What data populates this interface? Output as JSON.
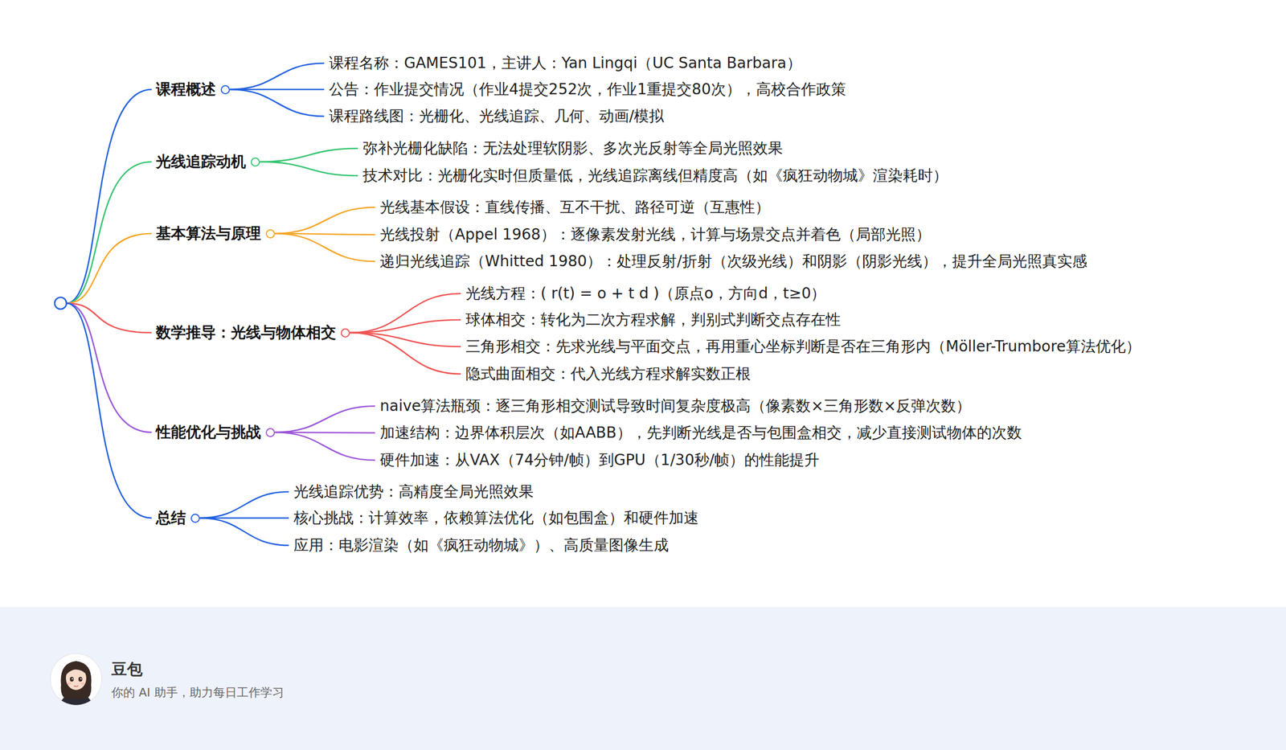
{
  "diagram": {
    "nodes": [
      {
        "text": [
          "课程概述"
        ]
      },
      {
        "text": [
          "课程名称：GAMES101，主讲人：Yan Lingqi（UC Santa Barbara）"
        ]
      },
      {
        "text": [
          "公告：作业提交情况（作业4提交252次，作业1重提交80次），高校合作政策"
        ]
      },
      {
        "text": [
          "课程路线图：光栅化、光线追踪、几何、动画/模拟"
        ]
      },
      {
        "text": [
          "光线追踪动机"
        ]
      },
      {
        "text": [
          "弥补光栅化缺陷：无法处理软阴影、多次光反射等全局光照效果"
        ]
      },
      {
        "text": [
          "技术对比：光栅化实时但质量低，光线追踪离线但精度高（如《疯狂动物城》渲染耗时）"
        ]
      },
      {
        "text": [
          "基本算法与原理"
        ]
      },
      {
        "text": [
          "光线基本假设：直线传播、互不干扰、路径可逆（互惠性）"
        ]
      },
      {
        "text": [
          "光线投射（Appel 1968）：逐像素发射光线，计算与场景交点并着色（局部光照）"
        ]
      },
      {
        "text": [
          "递归光线追踪（Whitted 1980）：处理反射/折射（次级光线）和阴影（阴影光线），提升全局光照真实感"
        ]
      },
      {
        "text": [
          "数学推导：光线与物体相交"
        ]
      },
      {
        "text": [
          "光线方程：( r(t) = o + t d )（原点o，方向d，t≥0）"
        ]
      },
      {
        "text": [
          "球体相交：转化为二次方程求解，判别式判断交点存在性"
        ]
      },
      {
        "text": [
          "三角形相交：先求光线与平面交点，再用重心坐标判断是否在三角形内（Möller-Trumbore算法优化）"
        ]
      },
      {
        "text": [
          "隐式曲面相交：代入光线方程求解实数正根"
        ]
      },
      {
        "text": [
          "性能优化与挑战"
        ]
      },
      {
        "text": [
          "naive算法瓶颈：逐三角形相交测试导致时间复杂度极高（像素数×三角形数×反弹次数）"
        ]
      },
      {
        "text": [
          "加速结构：边界体积层次（如AABB），先判断光线是否与包围盒相交，减少直接测试物体的次数"
        ]
      },
      {
        "text": [
          "硬件加速：从VAX（74分钟/帧）到GPU（1/30秒/帧）的性能提升"
        ]
      },
      {
        "text": [
          "总结"
        ]
      },
      {
        "text": [
          "光线追踪优势：高精度全局光照效果"
        ]
      },
      {
        "text": [
          "核心挑战：计算效率，依赖算法优化（如包围盒）和硬件加速"
        ]
      },
      {
        "text": [
          "应用：电影渲染（如《疯狂动物城》）、高质量图像生成"
        ]
      }
    ],
    "edges": [
      {
        "from": 0,
        "to": 1,
        "arrow": "none"
      },
      {
        "from": 0,
        "to": 2,
        "arrow": "none"
      },
      {
        "from": 0,
        "to": 3,
        "arrow": "none"
      },
      {
        "from": 4,
        "to": 5,
        "arrow": "none"
      },
      {
        "from": 4,
        "to": 6,
        "arrow": "none"
      },
      {
        "from": 7,
        "to": 8,
        "arrow": "none"
      },
      {
        "from": 7,
        "to": 9,
        "arrow": "none"
      },
      {
        "from": 7,
        "to": 10,
        "arrow": "none"
      },
      {
        "from": 11,
        "to": 12,
        "arrow": "none"
      },
      {
        "from": 11,
        "to": 13,
        "arrow": "none"
      },
      {
        "from": 11,
        "to": 14,
        "arrow": "none"
      },
      {
        "from": 11,
        "to": 15,
        "arrow": "none"
      },
      {
        "from": 16,
        "to": 17,
        "arrow": "none"
      },
      {
        "from": 16,
        "to": 18,
        "arrow": "none"
      },
      {
        "from": 16,
        "to": 19,
        "arrow": "none"
      },
      {
        "from": 20,
        "to": 21,
        "arrow": "none"
      },
      {
        "from": 20,
        "to": 22,
        "arrow": "none"
      },
      {
        "from": 20,
        "to": 23,
        "arrow": "none"
      }
    ],
    "labels": [
      "豆包",
      "你的 AI 助手，助力每日工作学习"
    ]
  }
}
